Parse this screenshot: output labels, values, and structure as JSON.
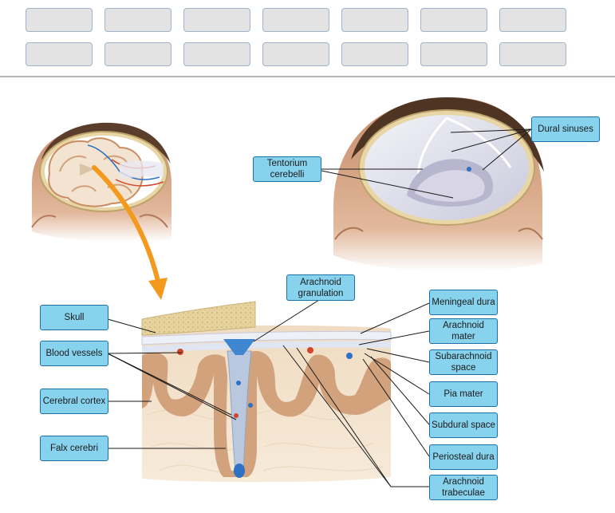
{
  "answer_bank": {
    "slots_row1": [
      "",
      "",
      "",
      "",
      "",
      "",
      ""
    ],
    "slots_row2": [
      "",
      "",
      "",
      "",
      "",
      "",
      ""
    ]
  },
  "labels": {
    "dural_sinuses": "Dural sinuses",
    "tentorium_cerebelli": "Tentorium cerebelli",
    "arachnoid_granulation": "Arachnoid granulation",
    "meningeal_dura": "Meningeal dura",
    "arachnoid_mater": "Arachnoid mater",
    "subarachnoid_space": "Subarachnoid space",
    "pia_mater": "Pia mater",
    "subdural_space": "Subdural space",
    "periosteal_dura": "Periosteal dura",
    "arachnoid_trabeculae": "Arachnoid trabeculae",
    "skull": "Skull",
    "blood_vessels": "Blood vessels",
    "cerebral_cortex": "Cerebral cortex",
    "falx_cerebri": "Falx cerebri"
  },
  "colors": {
    "label_fill": "#87d3ee",
    "label_border": "#1d6fa8",
    "arrow": "#f39a1e",
    "slot_fill": "#e3e3e3",
    "slot_border": "#9fb4c9"
  }
}
